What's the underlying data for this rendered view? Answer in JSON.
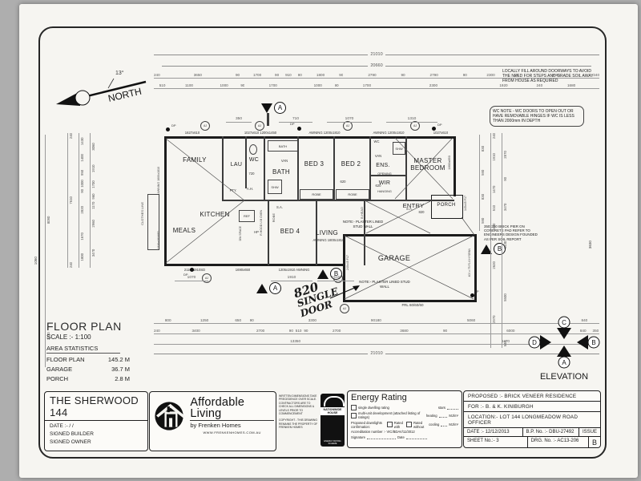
{
  "north": {
    "label": "NORTH",
    "angle": "13°"
  },
  "notes": {
    "fill_note": "LOCALLY FILL AROUND DOORWAYS TO AVOID THE NEED FOR STEPS AND GRADE SOIL AWAY FROM HOUSE AS REQUIRED",
    "wc_note": "WC NOTE - WC DOORS TO OPEN OUT OR HAVE REMOVABLE HINGES IF WC IS LESS THAN 2000mm IN DEPTH",
    "pier_note": "350x350 BRICK PIER ON CONCRETE PAD REFER TO ENGINEERS DESIGN FOUNDED AS PER SOIL REPORT",
    "stud_note": "NOTE:- PLASTER LINED STUD WALL",
    "clothes_line": "CLOTHES LINE",
    "frl": "FRL 60/60/60"
  },
  "rooms": {
    "family": "FAMILY",
    "laundry": "LAU",
    "wc": "WC",
    "bath": "BATH",
    "bed3": "BED 3",
    "bed2": "BED 2",
    "ens": "ENS.",
    "master": "MASTER BEDROOM",
    "wir": "WIR",
    "entry": "ENTRY",
    "porch": "PORCH",
    "kitchen": "KITCHEN",
    "meals": "MEALS",
    "bed4": "BED 4",
    "living": "LIVING",
    "garage": "GARAGE"
  },
  "fixtures": {
    "bath_tub": "BATH",
    "van": "VAN",
    "shw": "SHW",
    "ens_wc": "WC",
    "ens_van": "VAN",
    "ens_shw": "SHW",
    "ref": "REF",
    "pty": "PTY.",
    "ah": "A.H.",
    "hp": "HP",
    "rhood": "R.HOOD U.B OVEN",
    "dw": "DW SPACE",
    "robe": "ROBE",
    "opening": "OPENING",
    "hanging": "HANGING",
    "sa": "S.A.",
    "bhead": "B.HEAD",
    "d820": "820",
    "d720": "720",
    "d620": "620"
  },
  "windows": {
    "w1627": "1627x610",
    "w1027_1200": "1027x610 1200x1450",
    "awn1200": "AWNING 1200x1810",
    "w1027": "1027x610",
    "sd2110": "2110x1910SD",
    "w1690": "1690x650",
    "awn1205": "1205x1910 AWNING",
    "awn1800": "AWNING 1800x1810",
    "awn1600": "AWNING 1600x1810",
    "sd2110b": "2110x1810SD",
    "master_win": "1800x850",
    "porch_post": "145x45 F17",
    "garage_post": "240x45 F17",
    "beam": "400 x 75 F1.6 HYSPAN"
  },
  "markers": {
    "dp": "DP",
    "aj": "AJ",
    "a": "A",
    "b": "B"
  },
  "dims": {
    "total_top": "21010",
    "sub_top": "20660",
    "total_bottom": "21010",
    "top_row1": [
      "240",
      "3650",
      "90",
      "1700",
      "90",
      "910",
      "90",
      "1800",
      "90",
      "2790",
      "90",
      "2790",
      "90",
      "2300",
      "90",
      "3600",
      "240"
    ],
    "top_row2": [
      "510",
      "1100",
      "1000",
      "90",
      "1700",
      "1000",
      "90",
      "1700",
      "2300",
      "1920",
      "240",
      "1680"
    ],
    "bottom_row1": [
      "800",
      "1250",
      "650",
      "90",
      "3300",
      "90",
      "180",
      "5060",
      "240",
      "840"
    ],
    "bottom_row2": [
      "240",
      "3400",
      "2700",
      "90",
      "510",
      "90",
      "2700",
      "3680",
      "90",
      "6000",
      "840",
      "350"
    ],
    "bottom_row3": [
      "13350",
      "6470",
      "1190"
    ],
    "m350": "350",
    "m710": "710",
    "m1070": "1070",
    "m1310": "1310",
    "b1070": "1070",
    "b1910": "1910",
    "b1610": "1610",
    "left_outer": [
      "8090",
      "2970"
    ],
    "left_col1": [
      "240",
      "7610",
      "240"
    ],
    "left_col2": [
      "1430",
      "1400",
      "950",
      "1000",
      "90",
      "2820",
      "1670",
      "1800"
    ],
    "left_col3": [
      "3060",
      "1910",
      "1700",
      "960",
      "1170",
      "2960",
      "3470"
    ],
    "right_porch": [
      "830",
      "590",
      "830",
      "590"
    ],
    "right_col1": [
      "240",
      "1910",
      "1470",
      "510",
      "1430",
      "2620",
      "2970"
    ],
    "right_col2": [
      "2870",
      "90",
      "3470",
      "1430",
      "5500",
      "540"
    ],
    "l1060": "1060",
    "r3630": "3630"
  },
  "plan_info": {
    "title": "FLOOR PLAN",
    "scale": "SCALE :- 1:100",
    "stats_title": "AREA STATISTICS",
    "rows": [
      [
        "FLOOR PLAN",
        "145.2 M"
      ],
      [
        "GARAGE",
        "36.7 M"
      ],
      [
        "PORCH",
        "2.8 M"
      ]
    ]
  },
  "elevation": {
    "label": "ELEVATION",
    "a": "A",
    "b": "B",
    "c": "C",
    "d": "D"
  },
  "handwriting": {
    "l1": "820",
    "l2": "SINGLE",
    "l3": "DOOR"
  },
  "title_block": {
    "model": "THE SHERWOOD 144",
    "date_row": "DATE :-           /      /",
    "signed_builder": "SIGNED BUILDER",
    "signed_owner": "SIGNED OWNER"
  },
  "logo": {
    "name": "Affordable Living",
    "tagline": "by Frenken Homes",
    "url": "WWW.FRENKENHOMES.COM.AU"
  },
  "legal": {
    "p1": "WRITTEN DIMENSIONS TAKE PRECEDENCE OVER SCALE. CONTRACTORS ARE TO CHECK ALL DIMENSIONS & LEVELS PRIOR TO COMMENCEMENT",
    "p2": "COPYRIGHT - THIS DRAWING REMAINS THE PROPERTY OF FRENKEN HOMES"
  },
  "stamp": {
    "l1": "NATIONWIDE",
    "l2": "HOUSE",
    "l3": "ENERGY RATING SCHEME"
  },
  "energy": {
    "title": "Energy Rating",
    "opt1": "single dwelling rating",
    "opt2": "multi-unit development (attached listing of ratings)",
    "stars": "stars",
    "heating": "heating",
    "cooling": "cooling",
    "unit": "MJ/m²",
    "downlights": "Proposed downlights confirmation:",
    "rated_with": "Rated with",
    "rated_without": "Rated without",
    "accreditation": "Accreditation number :- VIC/BDAV/11/3012",
    "signature": "Signature",
    "date": "Date"
  },
  "project": {
    "proposed": "PROPOSED :- BRICK VENEER RESIDENCE",
    "for": "FOR :-  B. & K. KINIBURGH",
    "location": "LOCATION:- LOT 144 LONGMEADOW ROAD OFFICER",
    "date_label": "DATE :-",
    "date": "12/12/2013",
    "bp_label": "B.P. No. :-",
    "bp": "DBU-27492",
    "sheet_label": "SHEET No.:-",
    "sheet": "3",
    "drg_label": "DRG. No. :-",
    "drg": "AC13-206",
    "issue_label": "ISSUE",
    "issue": "B"
  }
}
